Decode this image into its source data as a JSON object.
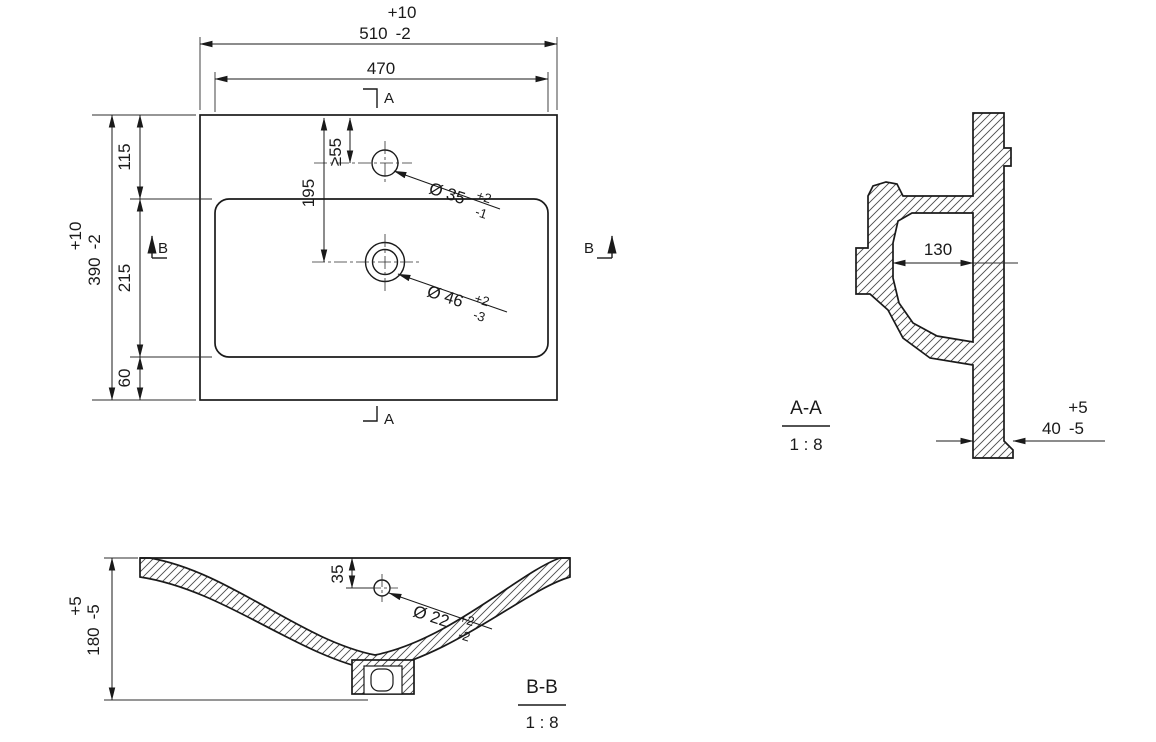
{
  "colors": {
    "ink": "#1a1a1a",
    "background": "#ffffff",
    "hatch": "#4a4a4a"
  },
  "plan": {
    "dim_510": {
      "plus": "+10",
      "value": "510",
      "minus": "-2"
    },
    "dim_470": {
      "value": "470"
    },
    "dim_390": {
      "plus": "+10",
      "value": "390",
      "minus": "-2"
    },
    "dim_115": {
      "value": "115"
    },
    "dim_215": {
      "value": "215"
    },
    "dim_60": {
      "value": "60"
    },
    "dim_195": {
      "value": "195"
    },
    "dim_min55": {
      "value": "≥55"
    },
    "hole_faucet": {
      "value": "Ø 35",
      "plus": "+2",
      "minus": "-1"
    },
    "hole_drain": {
      "value": "Ø 46",
      "plus": "+2",
      "minus": "-3"
    },
    "marker_a": "A",
    "marker_b": "B"
  },
  "section_aa": {
    "title": "A-A",
    "scale": "1 : 8",
    "dim_130": {
      "value": "130"
    },
    "dim_40": {
      "plus": "+5",
      "value": "40",
      "minus": "-5"
    }
  },
  "section_bb": {
    "title": "B-B",
    "scale": "1 : 8",
    "dim_180": {
      "plus": "+5",
      "value": "180",
      "minus": "-5"
    },
    "dim_35": {
      "value": "35"
    },
    "hole_overflow": {
      "value": "Ø 22",
      "plus": "+2",
      "minus": "-2"
    }
  }
}
